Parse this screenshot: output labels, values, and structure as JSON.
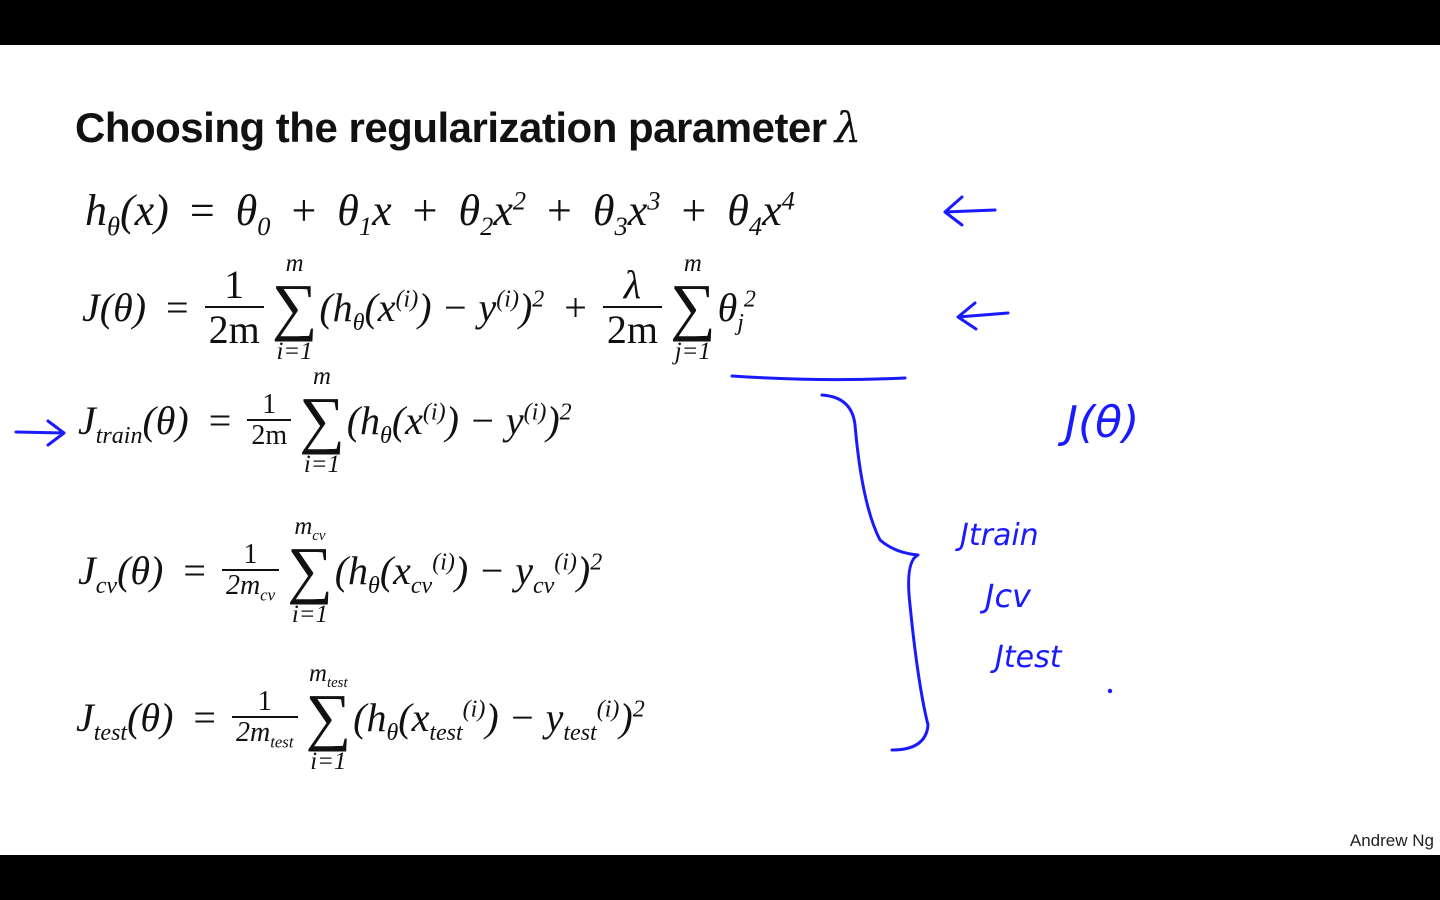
{
  "slide": {
    "title": "Choosing the regularization parameter",
    "title_symbol": "λ",
    "footer": "Andrew Ng"
  },
  "equations": {
    "hypothesis": "h<sub>θ</sub>(x) <span class='op'>=</span> θ<sub>0</sub> <span class='op'>+</span> θ<sub>1</sub>x <span class='op'>+</span> θ<sub>2</sub>x<sup>2</sup> <span class='op'>+</span> θ<sub>3</sub>x<sup>3</sup> <span class='op'>+</span> θ<sub>4</sub>x<sup>4</sup>",
    "cost_lhs": "J(θ) <span class='op'>=</span>",
    "cost_frac_num": "1",
    "cost_frac_den": "2m",
    "cost_sum_top": "m",
    "cost_sum_bottom": "i=1",
    "cost_term": "(h<sub>θ</sub>(x<sup>(i)</sup>) − y<sup>(i)</sup>)<sup>2</sup> <span class='op'>+</span>",
    "cost_reg_num": "λ",
    "cost_reg_den": "2m",
    "cost_reg_sum_top": "m",
    "cost_reg_sum_bottom": "j=1",
    "cost_reg_term": "θ<sub>j</sub><sup>2</sup>",
    "train_lhs": "J<sub>train</sub>(θ) <span class='op'>=</span>",
    "train_num": "1",
    "train_den": "2m",
    "train_sum_top": "m",
    "train_sum_bottom": "i=1",
    "train_term": "(h<sub>θ</sub>(x<sup>(i)</sup>) − y<sup>(i)</sup>)<sup>2</sup>",
    "cv_lhs": "J<sub>cv</sub>(θ) <span class='op'>=</span>",
    "cv_num": "1",
    "cv_den": "2m<sub>cv</sub>",
    "cv_sum_top": "m<sub>cv</sub>",
    "cv_sum_bottom": "i=1",
    "cv_term": "(h<sub>θ</sub>(x<sub>cv</sub><sup>(i)</sup>) − y<sub>cv</sub><sup>(i)</sup>)<sup>2</sup>",
    "test_lhs": "J<sub>test</sub>(θ) <span class='op'>=</span>",
    "test_num": "1",
    "test_den": "2m<sub>test</sub>",
    "test_sum_top": "m<sub>test</sub>",
    "test_sum_bottom": "i=1",
    "test_term": "(h<sub>θ</sub>(x<sub>test</sub><sup>(i)</sup>) − y<sub>test</sub><sup>(i)</sup>)<sup>2</sup>"
  },
  "annotations": {
    "arrow_symbol": "←",
    "pointer_symbol": "→",
    "j_theta": "J(θ)",
    "j_train": "Jtrain",
    "j_cv": "Jcv",
    "j_test": "Jtest"
  },
  "colors": {
    "ink": "#1a1aff",
    "text": "#111111",
    "background": "#ffffff"
  }
}
